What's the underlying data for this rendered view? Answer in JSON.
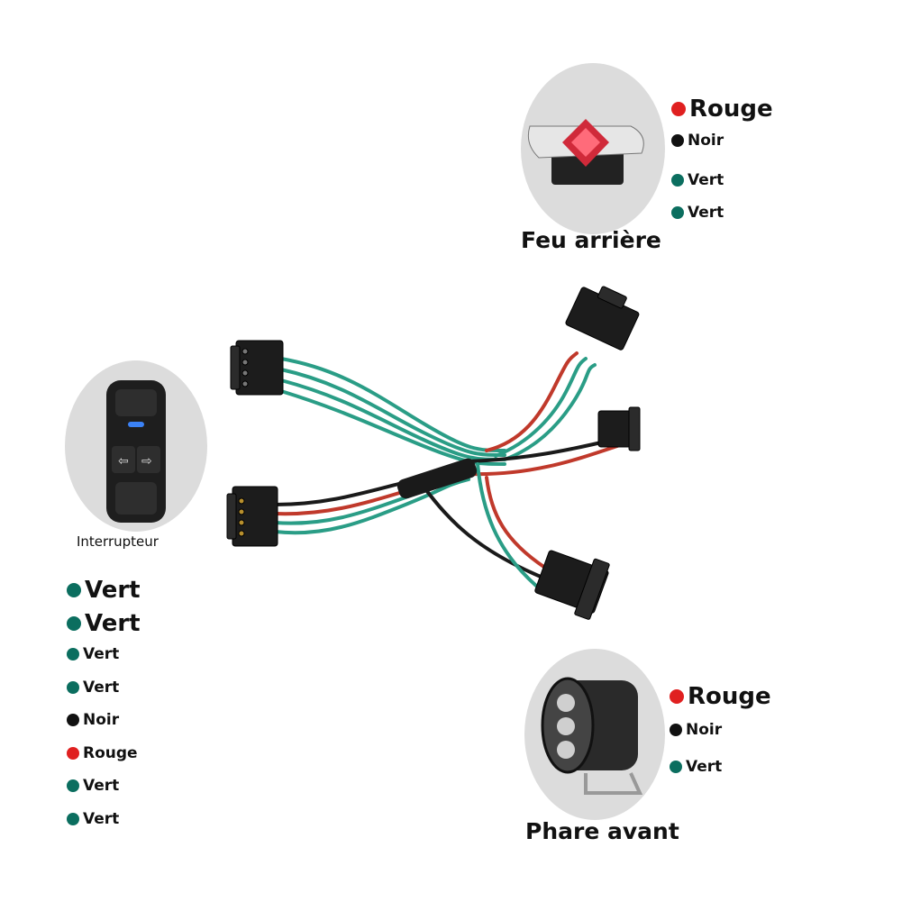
{
  "colors": {
    "vert": "#0b6e5f",
    "noir": "#111111",
    "rouge": "#e02020",
    "background": "#ffffff",
    "circle": "#dcdcdc",
    "wire_green": "#2a9d86",
    "wire_red": "#c0392b",
    "wire_black": "#1a1a1a"
  },
  "rear_light": {
    "caption": "Feu arrière",
    "wires": [
      {
        "label": "Rouge",
        "color": "rouge"
      },
      {
        "label": "Noir",
        "color": "noir"
      },
      {
        "label": "Vert",
        "color": "vert"
      },
      {
        "label": "Vert",
        "color": "vert"
      }
    ]
  },
  "switch": {
    "caption": "Interrupteur",
    "wires": [
      {
        "label": "Vert",
        "color": "vert"
      },
      {
        "label": "Vert",
        "color": "vert"
      },
      {
        "label": "Vert",
        "color": "vert"
      },
      {
        "label": "Vert",
        "color": "vert"
      },
      {
        "label": "Noir",
        "color": "noir"
      },
      {
        "label": "Rouge",
        "color": "rouge"
      },
      {
        "label": "Vert",
        "color": "vert"
      },
      {
        "label": "Vert",
        "color": "vert"
      }
    ]
  },
  "front_light": {
    "caption": "Phare avant",
    "wires": [
      {
        "label": "Rouge",
        "color": "rouge"
      },
      {
        "label": "Noir",
        "color": "noir"
      },
      {
        "label": "Vert",
        "color": "vert"
      }
    ]
  },
  "harness": {
    "icon": "wiring-harness-icon"
  }
}
